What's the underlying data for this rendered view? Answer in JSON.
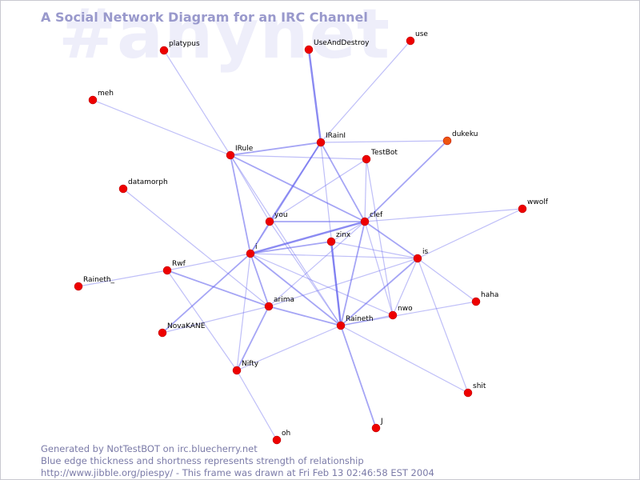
{
  "watermark": "#anynet",
  "title": "A Social Network Diagram for an IRC Channel",
  "footer": {
    "line1": "Generated by NotTestBOT on irc.bluecherry.net",
    "line2": "Blue edge thickness and shortness represents strength of relationship",
    "line3": "http://www.jibble.org/piespy/ - This frame was drawn at Fri Feb 13 02:46:58 EST 2004"
  },
  "colors": {
    "node": "#ee0000",
    "node_highlight": "#ee5511",
    "edge": "#6666ee",
    "title": "#9999cc",
    "watermark": "#eeeefa"
  },
  "nodes": [
    {
      "id": "platypus",
      "label": "platypus"
    },
    {
      "id": "UseAndDestroy",
      "label": "UseAndDestroy"
    },
    {
      "id": "use",
      "label": "use"
    },
    {
      "id": "meh",
      "label": "meh"
    },
    {
      "id": "IRainI",
      "label": "IRainI"
    },
    {
      "id": "dukeku",
      "label": "dukeku",
      "highlight": true
    },
    {
      "id": "IRule",
      "label": "IRule"
    },
    {
      "id": "TestBot",
      "label": "TestBot"
    },
    {
      "id": "datamorph",
      "label": "datamorph"
    },
    {
      "id": "wwolf",
      "label": "wwolf"
    },
    {
      "id": "you",
      "label": "you"
    },
    {
      "id": "clef",
      "label": "clef"
    },
    {
      "id": "zinx",
      "label": "zinx"
    },
    {
      "id": "i",
      "label": "i"
    },
    {
      "id": "is",
      "label": "is"
    },
    {
      "id": "Rwf",
      "label": "Rwf"
    },
    {
      "id": "Raineth_",
      "label": "Raineth_"
    },
    {
      "id": "haha",
      "label": "haha"
    },
    {
      "id": "arima",
      "label": "arima"
    },
    {
      "id": "nwo",
      "label": "nwo"
    },
    {
      "id": "Raineth",
      "label": "Raineth"
    },
    {
      "id": "NovaKANE",
      "label": "NovaKANE"
    },
    {
      "id": "Nifty",
      "label": "Nifty"
    },
    {
      "id": "shit",
      "label": "shit"
    },
    {
      "id": "J",
      "label": "J"
    },
    {
      "id": "oh",
      "label": "oh"
    }
  ],
  "edges": [
    {
      "source": "platypus",
      "target": "IRule",
      "weight": 1
    },
    {
      "source": "meh",
      "target": "IRule",
      "weight": 1
    },
    {
      "source": "UseAndDestroy",
      "target": "IRainI",
      "weight": 3
    },
    {
      "source": "use",
      "target": "IRainI",
      "weight": 1
    },
    {
      "source": "IRainI",
      "target": "dukeku",
      "weight": 1
    },
    {
      "source": "IRainI",
      "target": "IRule",
      "weight": 2
    },
    {
      "source": "IRainI",
      "target": "you",
      "weight": 2
    },
    {
      "source": "IRainI",
      "target": "clef",
      "weight": 2
    },
    {
      "source": "IRainI",
      "target": "i",
      "weight": 2
    },
    {
      "source": "IRainI",
      "target": "Raineth",
      "weight": 1
    },
    {
      "source": "IRule",
      "target": "TestBot",
      "weight": 1
    },
    {
      "source": "IRule",
      "target": "clef",
      "weight": 2
    },
    {
      "source": "IRule",
      "target": "you",
      "weight": 1
    },
    {
      "source": "IRule",
      "target": "i",
      "weight": 2
    },
    {
      "source": "IRule",
      "target": "Raineth",
      "weight": 1
    },
    {
      "source": "datamorph",
      "target": "arima",
      "weight": 1
    },
    {
      "source": "dukeku",
      "target": "clef",
      "weight": 2
    },
    {
      "source": "TestBot",
      "target": "you",
      "weight": 1
    },
    {
      "source": "TestBot",
      "target": "clef",
      "weight": 1
    },
    {
      "source": "TestBot",
      "target": "nwo",
      "weight": 1
    },
    {
      "source": "you",
      "target": "clef",
      "weight": 2
    },
    {
      "source": "you",
      "target": "i",
      "weight": 1
    },
    {
      "source": "you",
      "target": "Raineth",
      "weight": 1
    },
    {
      "source": "clef",
      "target": "wwolf",
      "weight": 1
    },
    {
      "source": "clef",
      "target": "i",
      "weight": 3
    },
    {
      "source": "clef",
      "target": "zinx",
      "weight": 1
    },
    {
      "source": "clef",
      "target": "is",
      "weight": 2
    },
    {
      "source": "clef",
      "target": "Raineth",
      "weight": 2
    },
    {
      "source": "clef",
      "target": "nwo",
      "weight": 1
    },
    {
      "source": "clef",
      "target": "arima",
      "weight": 1
    },
    {
      "source": "wwolf",
      "target": "is",
      "weight": 1
    },
    {
      "source": "zinx",
      "target": "i",
      "weight": 2
    },
    {
      "source": "zinx",
      "target": "is",
      "weight": 1
    },
    {
      "source": "zinx",
      "target": "Raineth",
      "weight": 3
    },
    {
      "source": "i",
      "target": "is",
      "weight": 1
    },
    {
      "source": "i",
      "target": "Rwf",
      "weight": 1
    },
    {
      "source": "i",
      "target": "arima",
      "weight": 2
    },
    {
      "source": "i",
      "target": "Raineth",
      "weight": 2
    },
    {
      "source": "i",
      "target": "NovaKANE",
      "weight": 2
    },
    {
      "source": "i",
      "target": "Nifty",
      "weight": 1
    },
    {
      "source": "i",
      "target": "nwo",
      "weight": 1
    },
    {
      "source": "is",
      "target": "Raineth",
      "weight": 2
    },
    {
      "source": "is",
      "target": "nwo",
      "weight": 1
    },
    {
      "source": "is",
      "target": "haha",
      "weight": 1
    },
    {
      "source": "is",
      "target": "shit",
      "weight": 1
    },
    {
      "source": "is",
      "target": "arima",
      "weight": 1
    },
    {
      "source": "Rwf",
      "target": "Raineth_",
      "weight": 1
    },
    {
      "source": "Rwf",
      "target": "arima",
      "weight": 2
    },
    {
      "source": "Rwf",
      "target": "Nifty",
      "weight": 1
    },
    {
      "source": "arima",
      "target": "NovaKANE",
      "weight": 1
    },
    {
      "source": "arima",
      "target": "Raineth",
      "weight": 2
    },
    {
      "source": "arima",
      "target": "Nifty",
      "weight": 2
    },
    {
      "source": "Raineth",
      "target": "nwo",
      "weight": 1
    },
    {
      "source": "Raineth",
      "target": "haha",
      "weight": 1
    },
    {
      "source": "Raineth",
      "target": "Nifty",
      "weight": 1
    },
    {
      "source": "Raineth",
      "target": "J",
      "weight": 2
    },
    {
      "source": "Raineth",
      "target": "shit",
      "weight": 1
    },
    {
      "source": "Nifty",
      "target": "oh",
      "weight": 1
    }
  ]
}
